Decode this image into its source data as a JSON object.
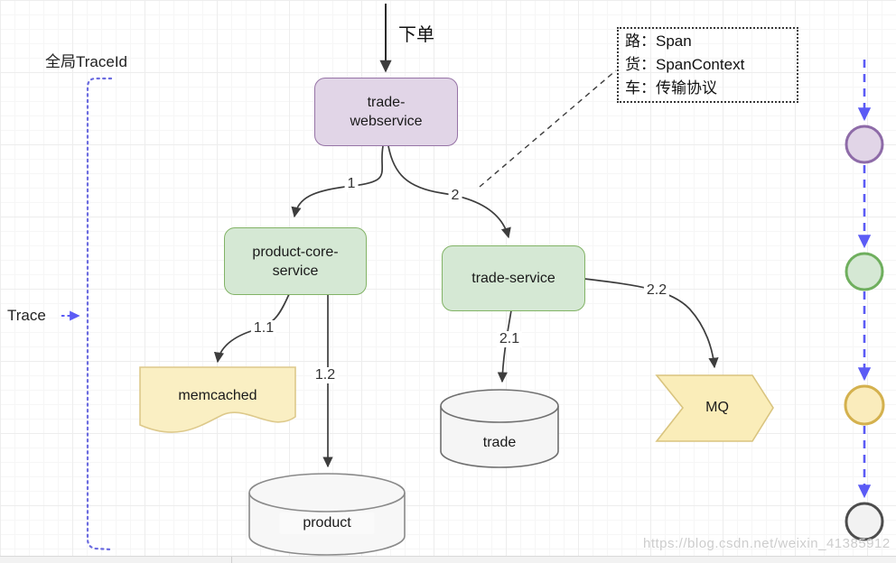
{
  "labels": {
    "order": "下单",
    "global_trace_id": "全局TraceId",
    "trace": "Trace"
  },
  "nodes": {
    "trade_webservice": {
      "line1": "trade-",
      "line2": "webservice"
    },
    "product_core_service": {
      "line1": "product-core-",
      "line2": "service"
    },
    "trade_service": "trade-service",
    "memcached": "memcached",
    "mq": "MQ",
    "trade_db": "trade",
    "product_db": "product"
  },
  "edges": {
    "e1": "1",
    "e2": "2",
    "e11": "1.1",
    "e12": "1.2",
    "e21": "2.1",
    "e22": "2.2"
  },
  "annotation": {
    "line1": "路：Span",
    "line2": "货：SpanContext",
    "line3": "车：传输协议"
  },
  "watermark": "https://blog.csdn.net/weixin_41385912",
  "colors": {
    "purple_fill": "#e1d5e7",
    "purple_stroke": "#9673a6",
    "green_fill": "#d5e8d4",
    "green_stroke": "#82b366",
    "yellow_fill": "#faefc3",
    "yellow_stroke": "#ddc98b",
    "db_fill": "#f5f5f5",
    "db_stroke": "#707070",
    "timeline_blue": "#5b5bf5",
    "bracket_violet": "#6b6be0",
    "edge_dark": "#3d3d3d"
  }
}
